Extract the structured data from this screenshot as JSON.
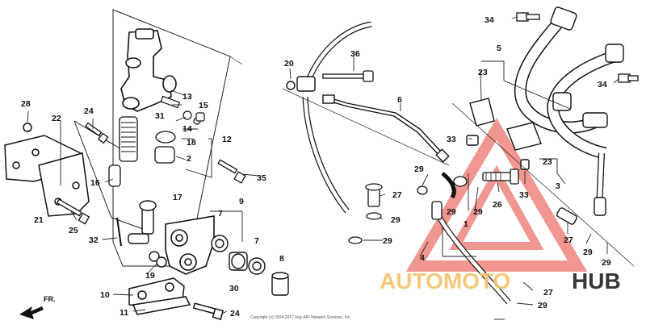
{
  "watermark": {
    "word1": "AUTOMOTO",
    "word2": "HUB",
    "accent_color": "#e8413a",
    "word1_color": "#f4c16a"
  },
  "copyright": "Copyright (c) 2004-2017 Ray ARI Network Services, Inc.",
  "front_marker": {
    "label": "FR.",
    "icon": "arrow-icon"
  },
  "callouts": {
    "c1": "1",
    "c2": "2",
    "c3": "3",
    "c4": "4",
    "c5": "5",
    "c6": "6",
    "c7a": "7",
    "c7b": "7",
    "c8": "8",
    "c9": "9",
    "c10": "10",
    "c11": "11",
    "c12": "12",
    "c13": "13",
    "c14": "14",
    "c15": "15",
    "c16": "16",
    "c17": "17",
    "c18": "18",
    "c19": "19",
    "c20": "20",
    "c21": "21",
    "c22": "22",
    "c23a": "23",
    "c23b": "23",
    "c24a": "24",
    "c24b": "24",
    "c25": "25",
    "c26": "26",
    "c27a": "27",
    "c27b": "27",
    "c27c": "27",
    "c28": "28",
    "c29a": "29",
    "c29b": "29",
    "c29c": "29",
    "c29d": "29",
    "c29e": "29",
    "c29f": "29",
    "c29g": "29",
    "c29h": "29",
    "c30": "30",
    "c31": "31",
    "c32": "32",
    "c33a": "33",
    "c33b": "33",
    "c34a": "34",
    "c34b": "34",
    "c35": "35",
    "c36": "36"
  }
}
